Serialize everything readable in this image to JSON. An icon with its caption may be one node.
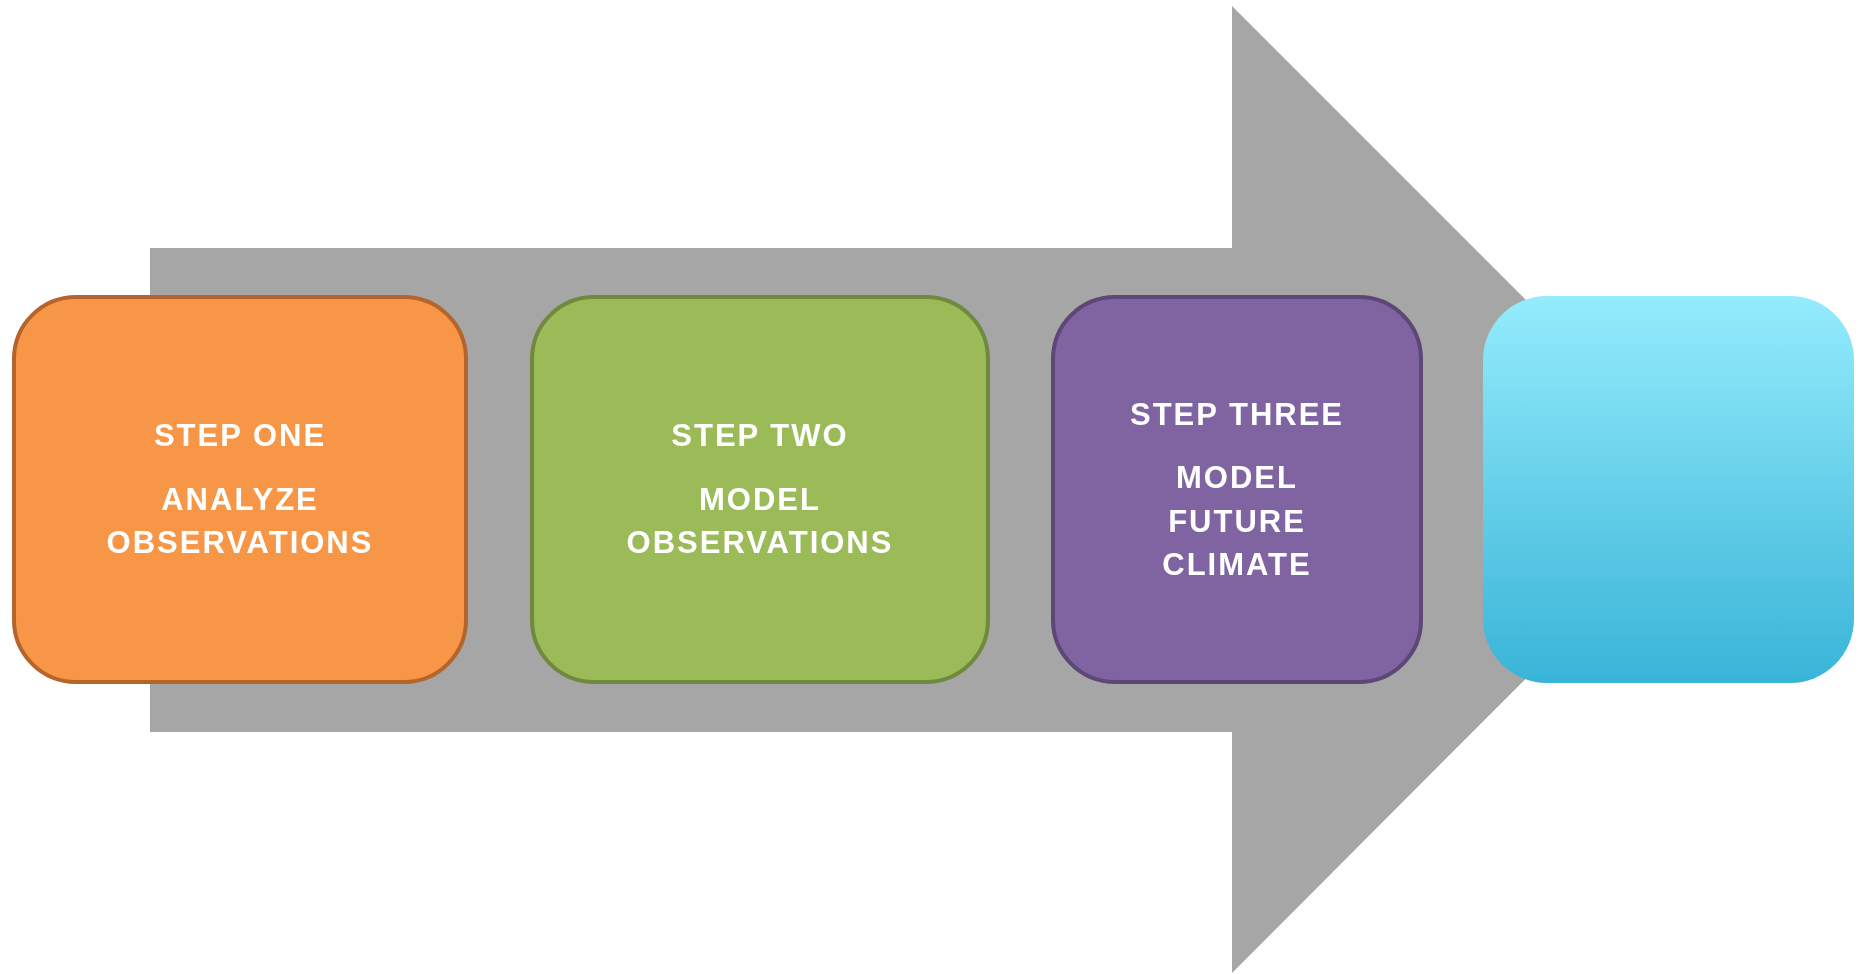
{
  "diagram": {
    "nodes": [
      {
        "text": [
          "STEP ONE",
          "ANALYZE OBSERVATIONS"
        ]
      },
      {
        "text": [
          "STEP TWO",
          "MODEL OBSERVATIONS"
        ]
      },
      {
        "text": [
          "STEP THREE",
          "MODEL FUTURE CLIMATE"
        ]
      },
      {
        "text": [],
        "shape": "box"
      }
    ],
    "edges": [
      {
        "from": 0,
        "to": 3,
        "arrow": "to"
      }
    ]
  }
}
